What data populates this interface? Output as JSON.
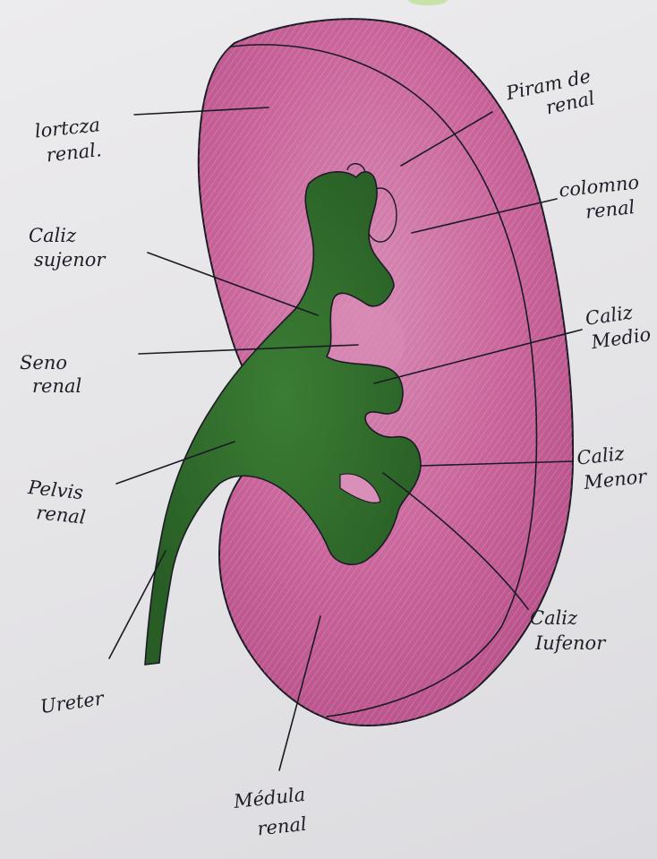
{
  "diagram": {
    "labels": [
      {
        "id": "corteza",
        "lines": [
          "lortcza",
          "renal."
        ]
      },
      {
        "id": "piramide",
        "lines": [
          "Piram de",
          "renal"
        ]
      },
      {
        "id": "columna",
        "lines": [
          "colomno",
          "renal"
        ]
      },
      {
        "id": "caliz-superior",
        "lines": [
          "Caliz",
          "sujenor"
        ]
      },
      {
        "id": "caliz-medio",
        "lines": [
          "Caliz",
          "Medio"
        ]
      },
      {
        "id": "seno",
        "lines": [
          "Seno",
          "renal"
        ]
      },
      {
        "id": "pelvis",
        "lines": [
          "Pelvis",
          "renal"
        ]
      },
      {
        "id": "caliz-menor",
        "lines": [
          "Caliz",
          "Menor"
        ]
      },
      {
        "id": "caliz-inferior",
        "lines": [
          "Caliz",
          "Iufenor"
        ]
      },
      {
        "id": "ureter",
        "lines": [
          "Ureter"
        ]
      },
      {
        "id": "medula",
        "lines": [
          "Médula",
          "renal"
        ]
      }
    ]
  },
  "colors": {
    "paper": "#e7e6e8",
    "kidney": "#c65a92",
    "kidney_light": "#d98fb7",
    "pelvis": "#2f6b2b",
    "ink": "#1b1b24"
  }
}
